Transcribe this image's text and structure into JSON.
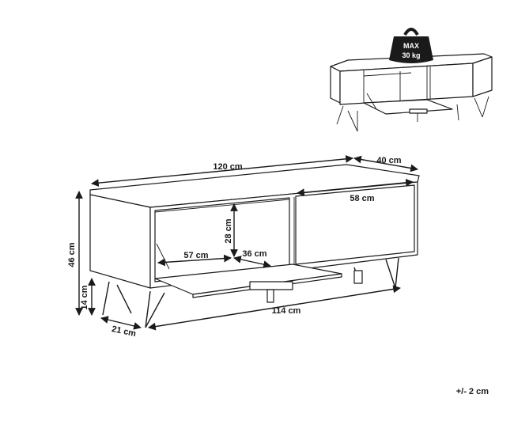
{
  "weight_badge": {
    "line1": "MAX",
    "line2": "30 kg"
  },
  "dimensions": {
    "width_total": "120 cm",
    "depth": "40 cm",
    "drawer_width": "58 cm",
    "compartment_height": "28 cm",
    "compartment_width": "57 cm",
    "compartment_depth": "36 cm",
    "height_total": "46 cm",
    "leg_height": "14 cm",
    "leg_depth": "21 cm",
    "leg_span": "114 cm"
  },
  "tolerance": "+/- 2 cm"
}
